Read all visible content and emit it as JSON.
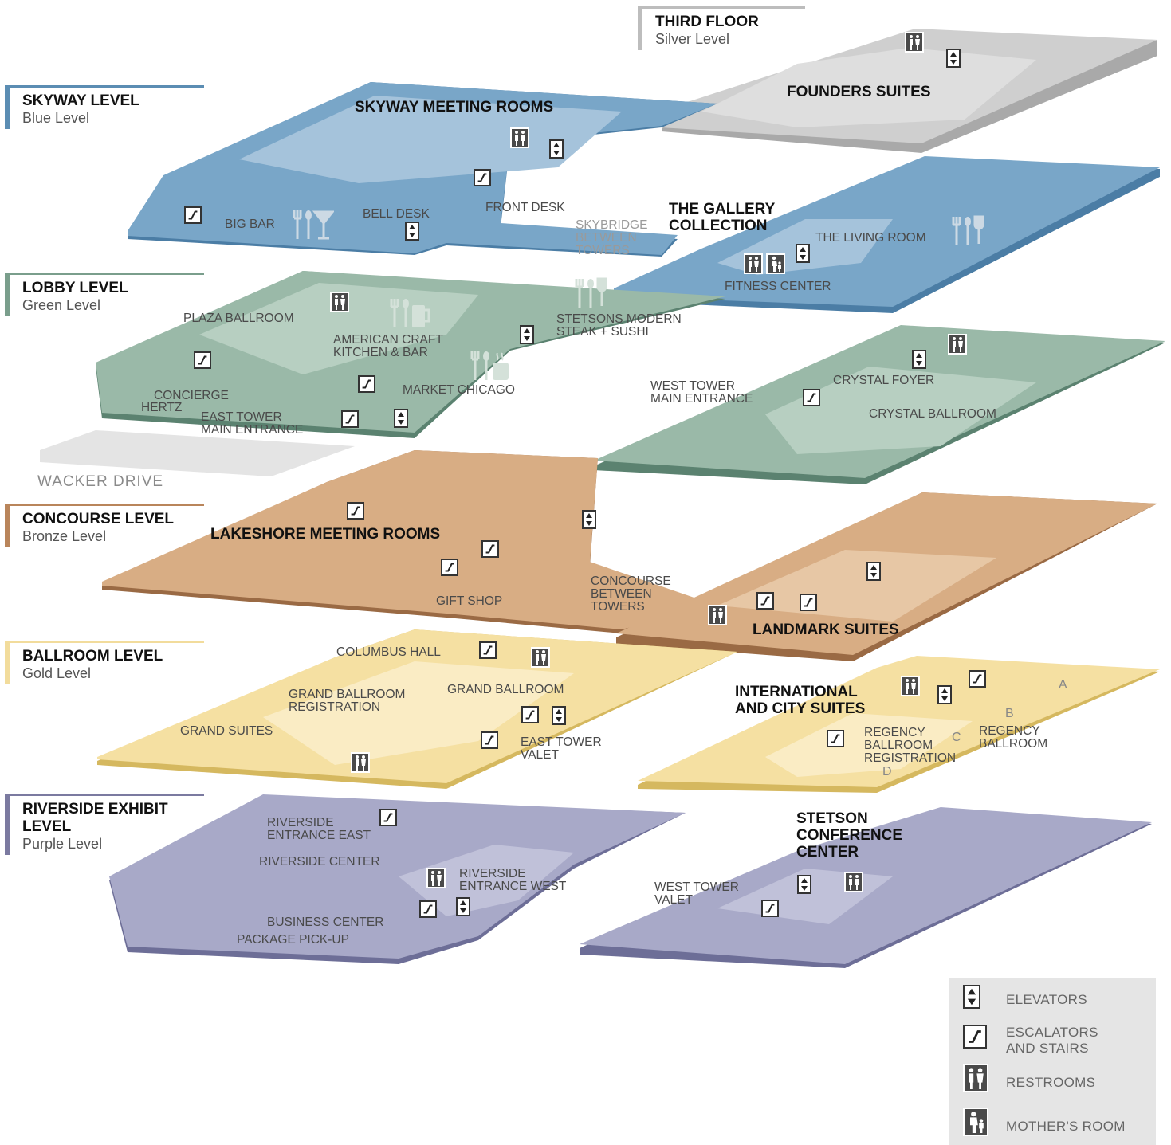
{
  "levels": {
    "third": {
      "name": "THIRD FLOOR",
      "sub": "Silver Level",
      "color": "#bdbdbd"
    },
    "skyway": {
      "name": "SKYWAY LEVEL",
      "sub": "Blue Level",
      "color": "#5b8db3"
    },
    "lobby": {
      "name": "LOBBY LEVEL",
      "sub": "Green Level",
      "color": "#7a9e8c"
    },
    "concourse": {
      "name": "CONCOURSE LEVEL",
      "sub": "Bronze Level",
      "color": "#b9855b"
    },
    "ballroom": {
      "name": "BALLROOM LEVEL",
      "sub": "Gold Level",
      "color": "#f2dc9c"
    },
    "riverside": {
      "name": "RIVERSIDE EXHIBIT LEVEL",
      "sub": "Purple Level",
      "color": "#7b7aa0"
    }
  },
  "labels": {
    "founders_suites": "FOUNDERS SUITES",
    "skyway_meeting_rooms": "SKYWAY MEETING ROOMS",
    "big_bar": "BIG BAR",
    "bell_desk": "BELL DESK",
    "front_desk": "FRONT DESK",
    "skybridge": "SKYBRIDGE\nBETWEEN\nTOWERS",
    "gallery_collection": "THE GALLERY\nCOLLECTION",
    "living_room": "THE LIVING ROOM",
    "fitness_center": "FITNESS CENTER",
    "plaza_ballroom": "PLAZA BALLROOM",
    "american_craft": "AMERICAN CRAFT\nKITCHEN & BAR",
    "stetsons_modern": "STETSONS MODERN\nSTEAK + SUSHI",
    "market_chicago": "MARKET CHICAGO",
    "concierge": "CONCIERGE",
    "hertz": "HERTZ",
    "east_tower_main": "EAST TOWER\nMAIN ENTRANCE",
    "west_tower_main": "WEST TOWER\nMAIN ENTRANCE",
    "crystal_foyer": "CRYSTAL FOYER",
    "crystal_ballroom": "CRYSTAL BALLROOM",
    "wacker_drive": "WACKER DRIVE",
    "lakeshore": "LAKESHORE MEETING ROOMS",
    "gift_shop": "GIFT SHOP",
    "concourse_between": "CONCOURSE\nBETWEEN\nTOWERS",
    "landmark_suites": "LANDMARK SUITES",
    "columbus_hall": "COLUMBUS HALL",
    "grand_ballroom_reg": "GRAND BALLROOM\nREGISTRATION",
    "grand_ballroom": "GRAND BALLROOM",
    "grand_suites": "GRAND SUITES",
    "east_tower_valet": "EAST TOWER\nVALET",
    "international": "INTERNATIONAL\nAND CITY SUITES",
    "regency_reg": "REGENCY\nBALLROOM\nREGISTRATION",
    "regency_ballroom": "REGENCY\nBALLROOM",
    "riverside_east": "RIVERSIDE\nENTRANCE EAST",
    "riverside_center": "RIVERSIDE CENTER",
    "riverside_west": "RIVERSIDE\nENTRANCE WEST",
    "business_center": "BUSINESS CENTER",
    "package_pickup": "PACKAGE PICK-UP",
    "stetson_conf": "STETSON\nCONFERENCE\nCENTER",
    "west_tower_valet": "WEST TOWER\nVALET"
  },
  "ballroom_letters": {
    "a": "A",
    "b": "B",
    "c": "C",
    "d": "D"
  },
  "legend": {
    "elevators": "ELEVATORS",
    "escalators": "ESCALATORS\nAND STAIRS",
    "restrooms": "RESTROOMS",
    "mothers_room": "MOTHER'S ROOM"
  }
}
